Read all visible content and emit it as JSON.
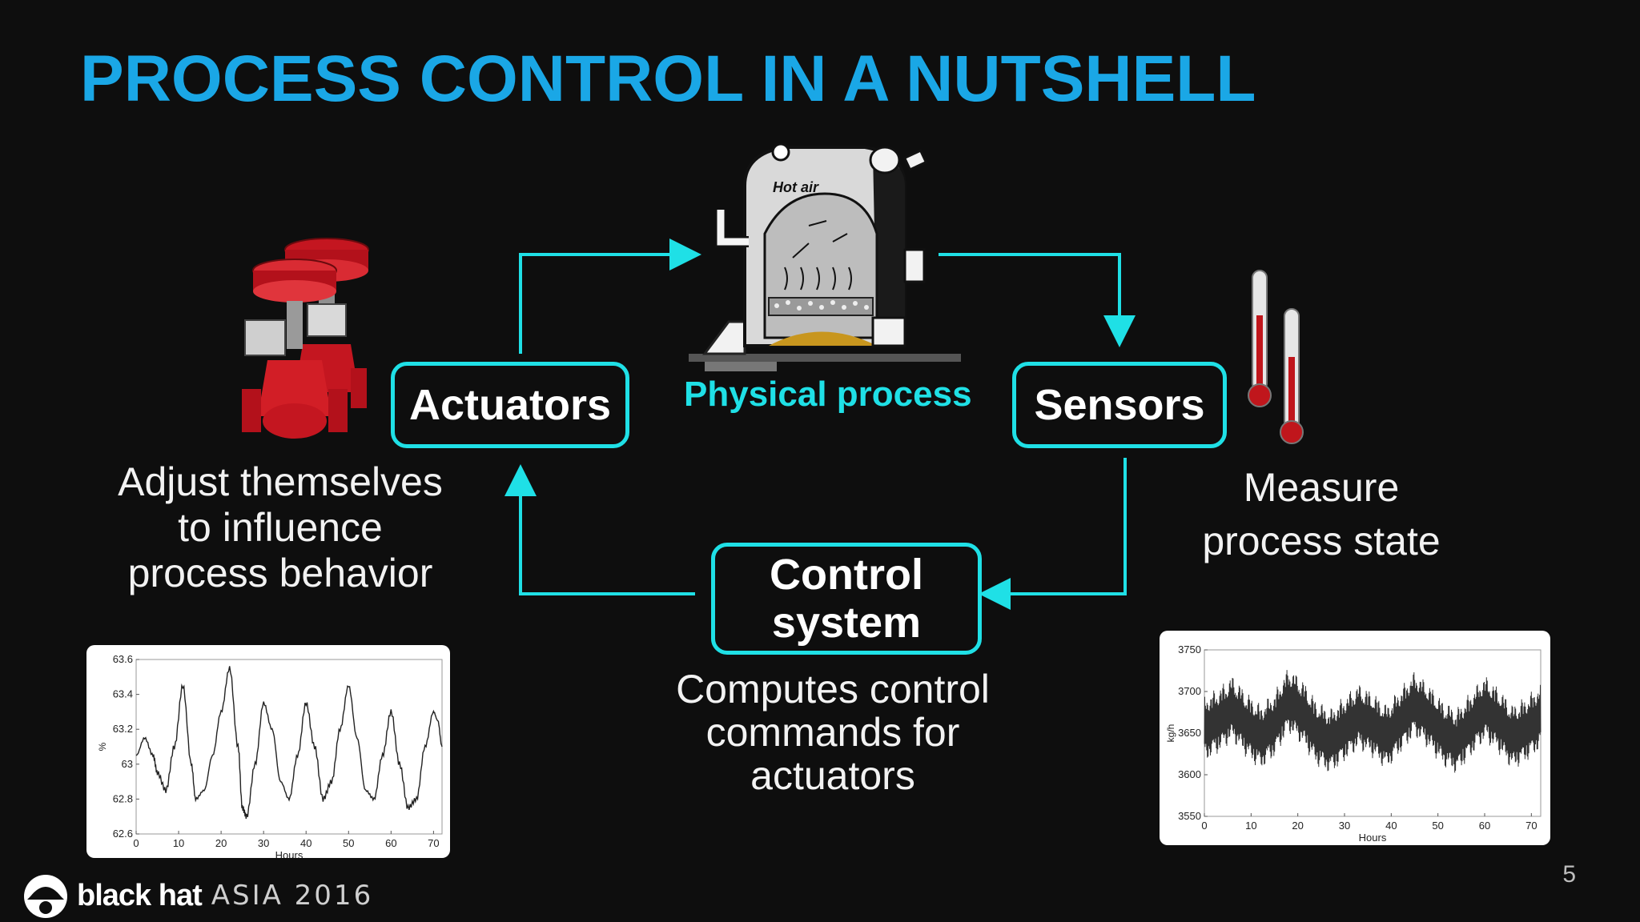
{
  "slide": {
    "title": "PROCESS CONTROL IN A NUTSHELL",
    "slide_number": "5",
    "accent_color": "#1fe0e6",
    "title_color": "#1aa7e6"
  },
  "diagram": {
    "actuators_label": "Actuators",
    "sensors_label": "Sensors",
    "control_label_line1": "Control",
    "control_label_line2": "system",
    "physical_process_label": "Physical process",
    "hot_air_label": "Hot air",
    "actuators_caption": [
      "Adjust themselves",
      "to influence",
      "process behavior"
    ],
    "sensors_caption": [
      "Measure",
      "process state"
    ],
    "control_caption": [
      "Computes control",
      "commands for",
      "actuators"
    ]
  },
  "footer": {
    "brand": "black hat",
    "event": "ASIA 2016"
  },
  "chart_data": [
    {
      "type": "line",
      "title": "",
      "xlabel": "Hours",
      "ylabel": "%",
      "xlim": [
        0,
        72
      ],
      "ylim": [
        62.6,
        63.6
      ],
      "xticks": [
        "0",
        "10",
        "20",
        "30",
        "40",
        "50",
        "60",
        "70"
      ],
      "yticks": [
        "62.6",
        "62.8",
        "63",
        "63.2",
        "63.4",
        "63.6"
      ],
      "series": [
        {
          "x": [
            0,
            2,
            4,
            5,
            7,
            9,
            11,
            13,
            14,
            16,
            18,
            20,
            22,
            24,
            25,
            26,
            28,
            30,
            32,
            34,
            36,
            38,
            40,
            42,
            44,
            46,
            48,
            50,
            52,
            54,
            56,
            58,
            60,
            62,
            64,
            66,
            68,
            70,
            71,
            72
          ],
          "y": [
            63.05,
            63.15,
            63.05,
            62.95,
            62.85,
            63.1,
            63.45,
            63.0,
            62.8,
            62.85,
            63.05,
            63.3,
            63.55,
            63.1,
            62.75,
            62.7,
            63.0,
            63.35,
            63.2,
            62.9,
            62.8,
            63.05,
            63.35,
            63.1,
            62.8,
            62.9,
            63.2,
            63.45,
            63.15,
            62.85,
            62.8,
            63.05,
            63.3,
            63.0,
            62.75,
            62.8,
            63.1,
            63.3,
            63.25,
            63.1
          ]
        }
      ]
    },
    {
      "type": "line",
      "title": "",
      "xlabel": "Hours",
      "ylabel": "kg/h",
      "xlim": [
        0,
        72
      ],
      "ylim": [
        3550,
        3750
      ],
      "xticks": [
        "0",
        "10",
        "20",
        "30",
        "40",
        "50",
        "60",
        "70"
      ],
      "yticks": [
        "3550",
        "3600",
        "3650",
        "3700",
        "3750"
      ],
      "series": [
        {
          "x": [
            0,
            3,
            6,
            9,
            12,
            15,
            18,
            21,
            24,
            27,
            30,
            33,
            36,
            39,
            42,
            45,
            48,
            51,
            54,
            57,
            60,
            63,
            66,
            69,
            72
          ],
          "y": [
            3655,
            3665,
            3680,
            3660,
            3645,
            3660,
            3690,
            3675,
            3650,
            3640,
            3655,
            3670,
            3660,
            3645,
            3665,
            3685,
            3670,
            3650,
            3640,
            3660,
            3680,
            3665,
            3645,
            3655,
            3670
          ],
          "noise_band": 40
        }
      ]
    }
  ]
}
